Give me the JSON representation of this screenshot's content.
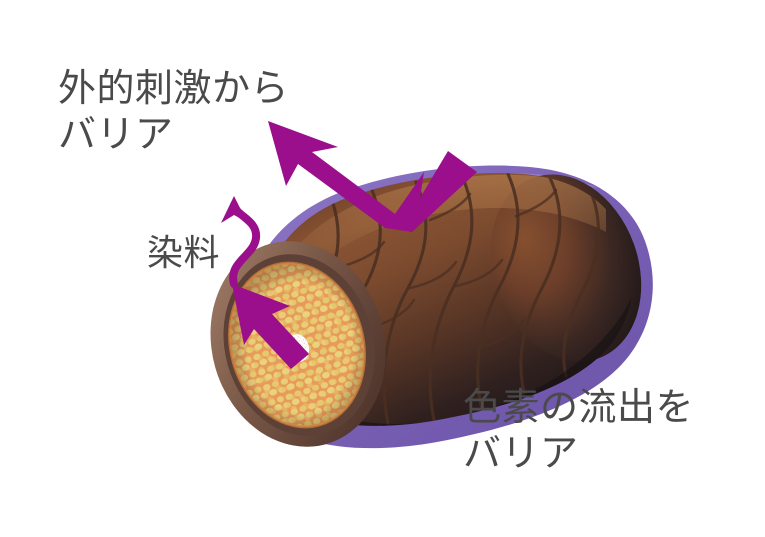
{
  "diagram": {
    "title": "Hair shaft coating barrier illustration",
    "background_color": "#ffffff",
    "annotations": {
      "external_stimuli": {
        "line1": "外的刺激から",
        "line2": "バリア",
        "text_color": "#4a4a4a"
      },
      "dye": {
        "line1": "染料",
        "text_color": "#4a4a4a"
      },
      "pigment_outflow": {
        "line1": "色素の流出を",
        "line2": "バリア",
        "text_color": "#4a4a4a"
      }
    },
    "arrows": {
      "deflect_arrow": {
        "name": "external-stimulus-deflect-arrow",
        "color": "#9B0F8C",
        "description": "bent arrow bouncing off the coating toward upper-left"
      },
      "dye_escape_arrow": {
        "name": "dye-escape-arrow",
        "color": "#9B0F8C",
        "description": "straight arrow from cortex pointing up-left"
      },
      "dye_wavy_arrow": {
        "name": "dye-wavy-arrow",
        "color": "#9B0F8C",
        "description": "S-curved arrow rising above the hair surface"
      }
    },
    "hair": {
      "coating_color": "#7B62B8",
      "coating_highlight": "#9b86cf",
      "cuticle_dark": "#3a2b24",
      "cuticle_mid": "#7a4a2e",
      "cuticle_light": "#9c6238",
      "shaft_tip_color": "#1d1719",
      "scale_line_color": "#4a2f22",
      "cut_ring_outer": "#8a6a58",
      "cut_ring_inner": "#5d4136",
      "cortex_base_color": "#E89A5A",
      "cortex_cell_color": "#E8CE77",
      "medulla_color": "#ffffff",
      "layers": [
        "coating",
        "cuticle",
        "cortex",
        "medulla"
      ]
    }
  }
}
